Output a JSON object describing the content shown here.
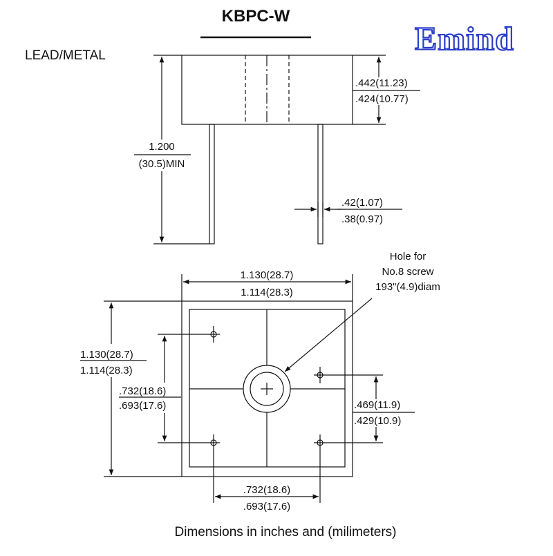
{
  "title": "KBPC-W",
  "logo_text": "Emind",
  "logo_color": "#2b3fc8",
  "lead_type": "LEAD/METAL",
  "side_view": {
    "body_height_max": ".442(11.23)",
    "body_height_min": ".424(10.77)",
    "lead_length_in": "1.200",
    "lead_length_mm": "(30.5)MIN",
    "lead_width_max": ".42(1.07)",
    "lead_width_min": ".38(0.97)"
  },
  "top_view": {
    "hole_note_line1": "Hole for",
    "hole_note_line2": "No.8 screw",
    "hole_note_line3": "193\"(4.9)diam",
    "width_max": "1.130(28.7)",
    "width_min": "1.114(28.3)",
    "height_max": "1.130(28.7)",
    "height_min": "1.114(28.3)",
    "pin_v_spacing_max": ".732(18.6)",
    "pin_v_spacing_min": ".693(17.6)",
    "pin_offset_max": ".469(11.9)",
    "pin_offset_min": ".429(10.9)",
    "pin_h_spacing_max": ".732(18.6)",
    "pin_h_spacing_min": ".693(17.6)"
  },
  "footer": "Dimensions in inches and (milimeters)"
}
